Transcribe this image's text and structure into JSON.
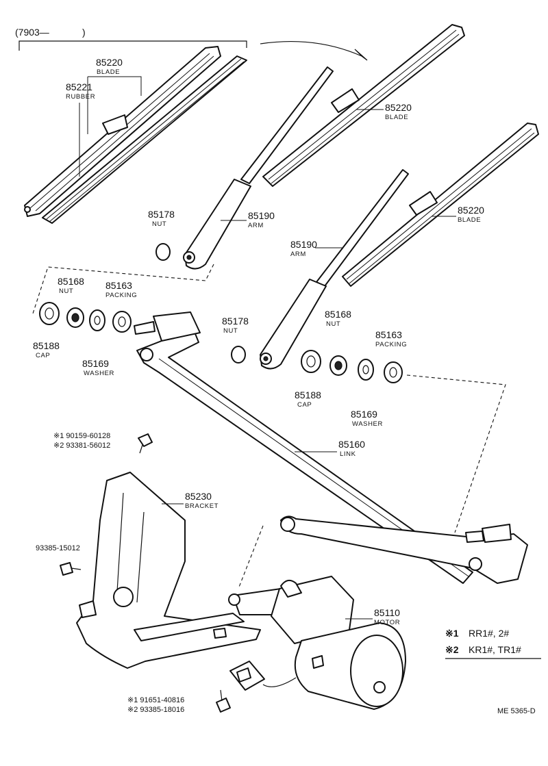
{
  "header": {
    "range_text": "(7903—",
    "range_close": ")"
  },
  "parts": {
    "blade_main": {
      "number": "85220",
      "name": "BLADE"
    },
    "rubber": {
      "number": "85221",
      "name": "RUBBER"
    },
    "blade_right_top": {
      "number": "85220",
      "name": "BLADE"
    },
    "blade_right_mid": {
      "number": "85220",
      "name": "BLADE"
    },
    "nut_left": {
      "number": "85178",
      "name": "NUT"
    },
    "arm_left": {
      "number": "85190",
      "name": "ARM"
    },
    "arm_right": {
      "number": "85190",
      "name": "ARM"
    },
    "nut_pivot_left": {
      "number": "85168",
      "name": "NUT"
    },
    "packing_left": {
      "number": "85163",
      "name": "PACKING"
    },
    "cap_left": {
      "number": "85188",
      "name": "CAP"
    },
    "washer_left": {
      "number": "85169",
      "name": "WASHER"
    },
    "nut_right": {
      "number": "85178",
      "name": "NUT"
    },
    "nut_pivot_right": {
      "number": "85168",
      "name": "NUT"
    },
    "packing_right": {
      "number": "85163",
      "name": "PACKING"
    },
    "cap_right": {
      "number": "85188",
      "name": "CAP"
    },
    "washer_right": {
      "number": "85169",
      "name": "WASHER"
    },
    "link": {
      "number": "85160",
      "name": "LINK"
    },
    "bracket": {
      "number": "85230",
      "name": "BRACKET"
    },
    "motor": {
      "number": "85110",
      "name": "MOTOR"
    }
  },
  "fasteners": {
    "bolt_top": {
      "line1": "※1 90159-60128",
      "line2": "※2 93381-56012"
    },
    "bolt_mid": {
      "line1": "93385-15012"
    },
    "bolt_bottom": {
      "line1": "※1 91651-40816",
      "line2": "※2 93385-18016"
    }
  },
  "legend": {
    "line1_mark": "※1",
    "line1_text": "RR1#, 2#",
    "line2_mark": "※2",
    "line2_text": "KR1#, TR1#"
  },
  "footer": {
    "code": "ME 5365-D"
  }
}
